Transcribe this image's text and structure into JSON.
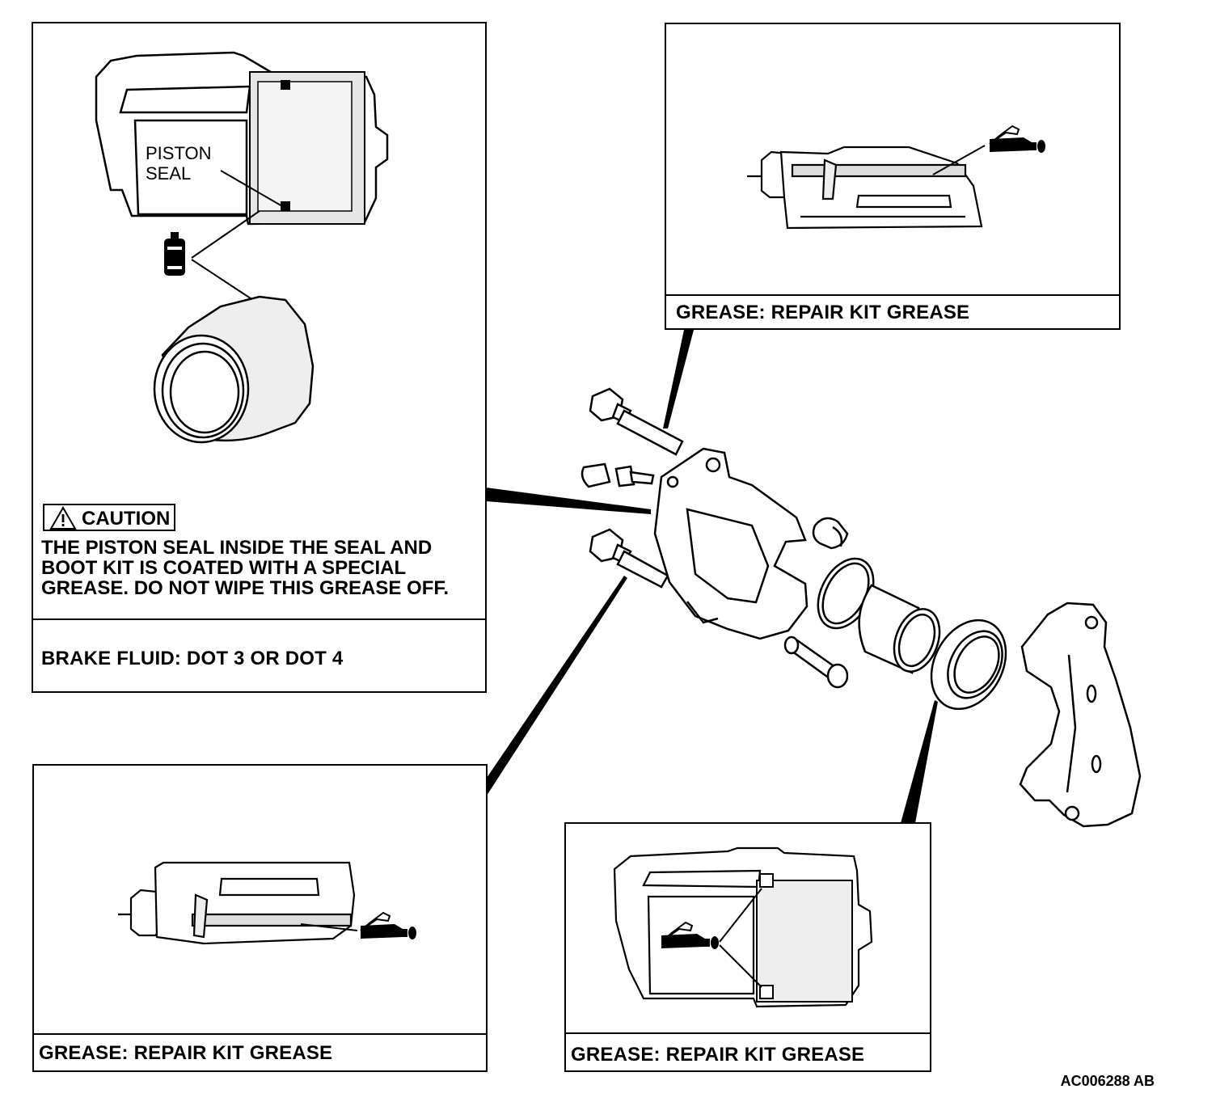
{
  "panels": {
    "piston": {
      "label_line1": "PISTON",
      "label_line2": "SEAL",
      "caution_title": "CAUTION",
      "caution_text": [
        "THE PISTON SEAL INSIDE THE SEAL AND",
        "BOOT KIT IS COATED WITH A SPECIAL",
        "GREASE. DO NOT WIPE THIS GREASE OFF."
      ],
      "fluid_caption": "BRAKE FLUID: DOT 3 OR DOT 4"
    },
    "top_right": {
      "caption": "GREASE: REPAIR KIT GREASE"
    },
    "bottom_left": {
      "caption": "GREASE: REPAIR KIT GREASE"
    },
    "bottom_right": {
      "caption": "GREASE: REPAIR KIT GREASE"
    }
  },
  "figure_id": "AC006288 AB",
  "icons": [
    "caution-triangle-icon",
    "brake-fluid-bottle-icon",
    "grease-tube-icon"
  ]
}
